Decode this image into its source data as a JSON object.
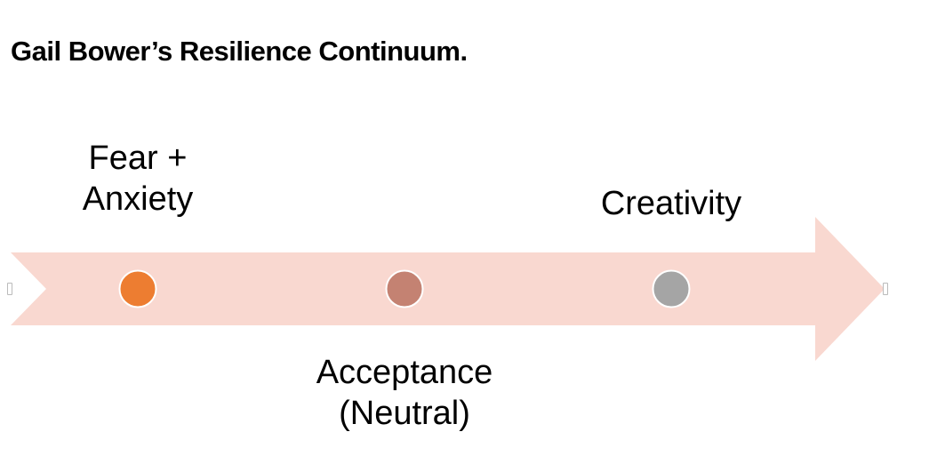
{
  "title": "Gail Bower’s Resilience Continuum.",
  "arrow": {
    "fill": "#f9d8d0",
    "direction": "left-to-right"
  },
  "stages": [
    {
      "label_line1": "Fear +",
      "label_line2": "Anxiety",
      "dot_color": "#ed7d31",
      "position": "above"
    },
    {
      "label_line1": "Acceptance",
      "label_line2": "(Neutral)",
      "dot_color": "#c48272",
      "position": "below"
    },
    {
      "label_line1": "Creativity",
      "label_line2": "",
      "dot_color": "#a5a5a5",
      "position": "above"
    }
  ]
}
